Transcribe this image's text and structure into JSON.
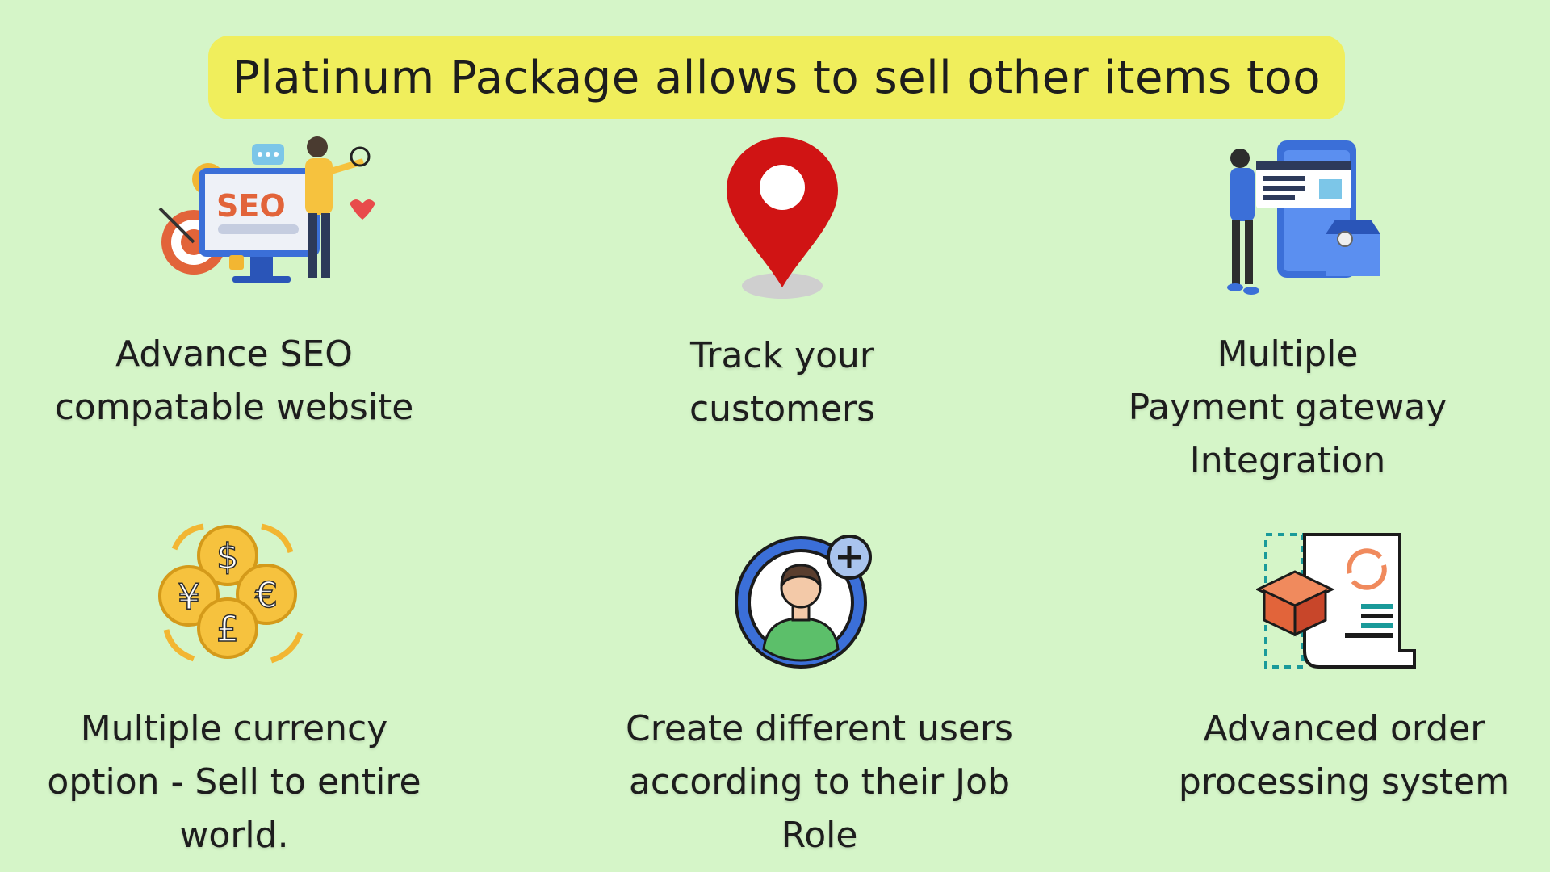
{
  "title": "Platinum Package allows to sell other items too",
  "colors": {
    "background": "#d5f5c8",
    "banner": "#f0ee5c",
    "pin": "#d01414",
    "accent_blue": "#3b6fd8"
  },
  "features": [
    {
      "icon": "seo-website-icon",
      "lines": [
        "Advance SEO",
        "compatable website"
      ],
      "icon_text": "SEO"
    },
    {
      "icon": "location-pin-icon",
      "lines": [
        "Track your",
        "customers"
      ]
    },
    {
      "icon": "payment-gateway-icon",
      "lines": [
        "Multiple",
        "Payment gateway",
        "Integration"
      ]
    },
    {
      "icon": "multi-currency-icon",
      "lines": [
        "Multiple currency",
        "option - Sell to entire",
        "world."
      ],
      "symbols": [
        "$",
        "¥",
        "€",
        "£"
      ]
    },
    {
      "icon": "add-user-icon",
      "lines": [
        "Create different users",
        "according to their Job",
        "Role"
      ]
    },
    {
      "icon": "order-processing-icon",
      "lines": [
        "Advanced order",
        "processing system"
      ]
    }
  ]
}
